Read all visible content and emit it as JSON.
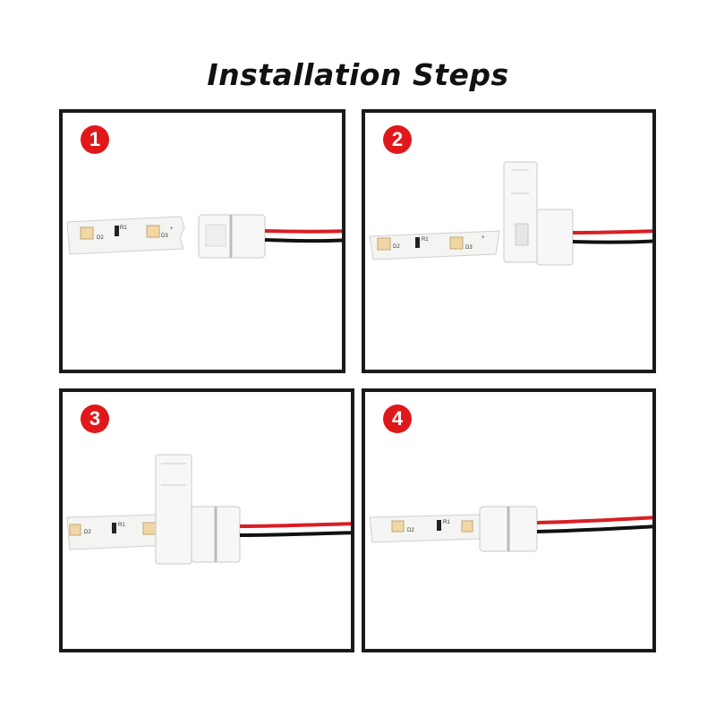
{
  "title": "Installation Steps",
  "steps": [
    {
      "number": "1"
    },
    {
      "number": "2"
    },
    {
      "number": "3"
    },
    {
      "number": "4"
    }
  ],
  "strip_labels": {
    "d2": "D2",
    "r1": "R1",
    "d3": "D3",
    "plus": "+",
    "minus": "-"
  },
  "colors": {
    "badge": "#e0181b",
    "wire_red": "#d81f25",
    "wire_black": "#111111",
    "border": "#1a1a1a"
  }
}
